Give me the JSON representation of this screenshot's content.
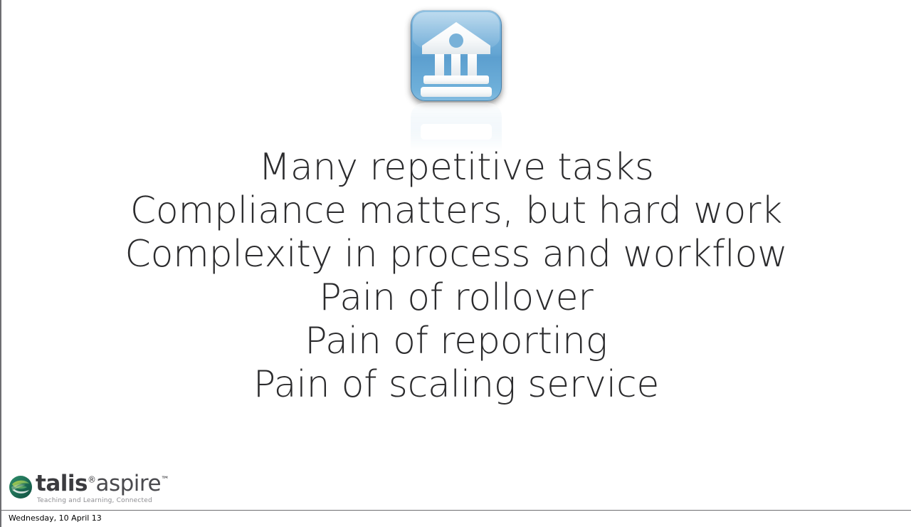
{
  "slide": {
    "background_color": "#ffffff",
    "text_color": "#2b2b2d",
    "rule_color": "#6e6e72",
    "icon": {
      "name": "institution-building-icon",
      "shape": "rounded-square-app-icon",
      "fill_color": "#64a5d3",
      "glyph_color": "#ffffff",
      "has_reflection": true
    },
    "lines": [
      "Many repetitive tasks",
      "Compliance matters, but hard work",
      "Complexity in process and workflow",
      "Pain of rollover",
      "Pain of reporting",
      "Pain of scaling service"
    ]
  },
  "footer": {
    "logo": {
      "mark_name": "talis-swirl-logo-mark",
      "mark_colors": [
        "#1f6b55",
        "#2f8f6b",
        "#8fbf3f",
        "#0f4f40"
      ],
      "word_primary": "talis",
      "registered_symbol": "®",
      "word_secondary": "aspire",
      "trademark_symbol": "™",
      "tagline": "Teaching and Learning, Connected",
      "word_color": "#3b3b3f",
      "tagline_color": "#8d8d91"
    },
    "date": "Wednesday, 10 April 13"
  }
}
